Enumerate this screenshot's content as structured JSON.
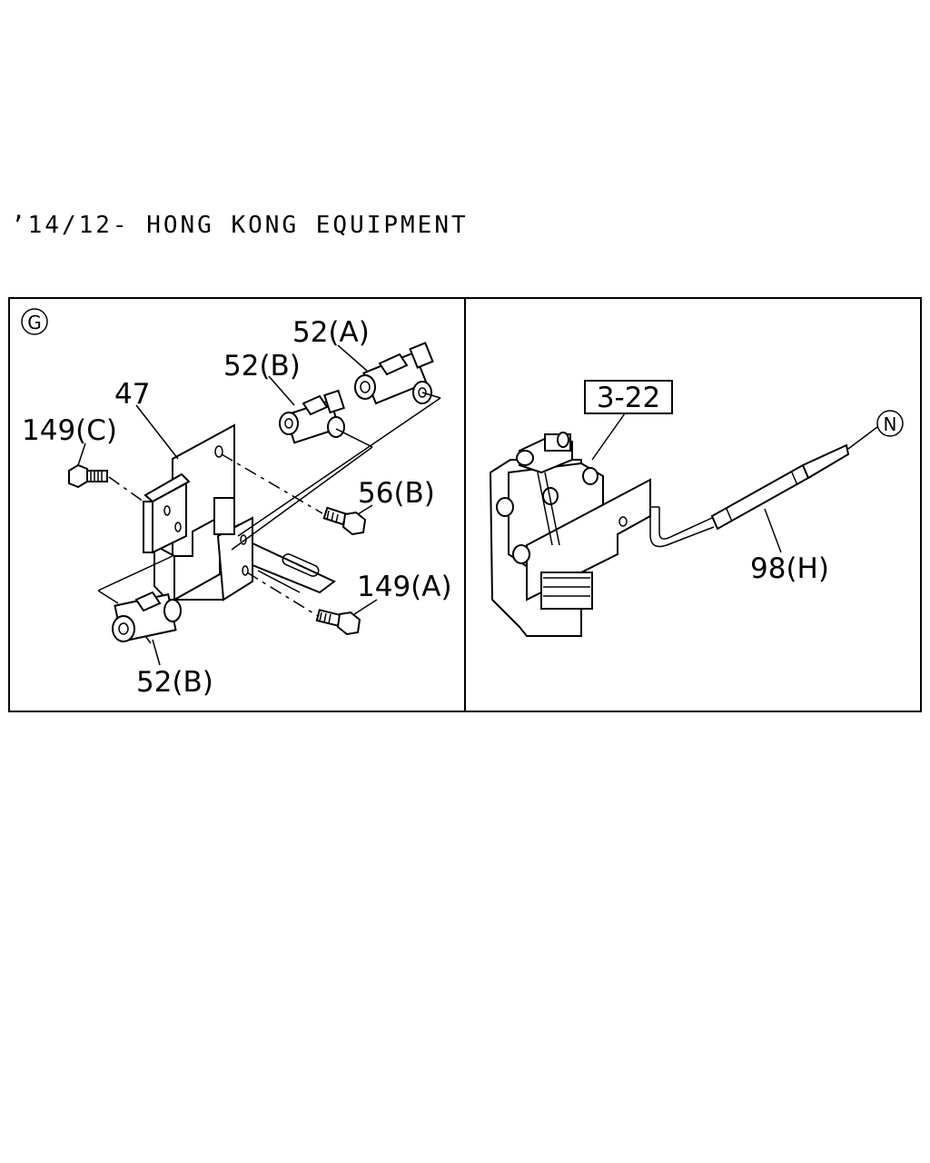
{
  "header": {
    "title": "’14/12- HONG KONG EQUIPMENT"
  },
  "left_panel": {
    "view_marker": "G",
    "labels": {
      "p52a": "52(A)",
      "p52b_top": "52(B)",
      "p47": "47",
      "p149c": "149(C)",
      "p56b": "56(B)",
      "p149a": "149(A)",
      "p52b_bottom": "52(B)"
    }
  },
  "right_panel": {
    "ref_box": "3-22",
    "view_marker": "N",
    "labels": {
      "p98h": "98(H)"
    }
  }
}
